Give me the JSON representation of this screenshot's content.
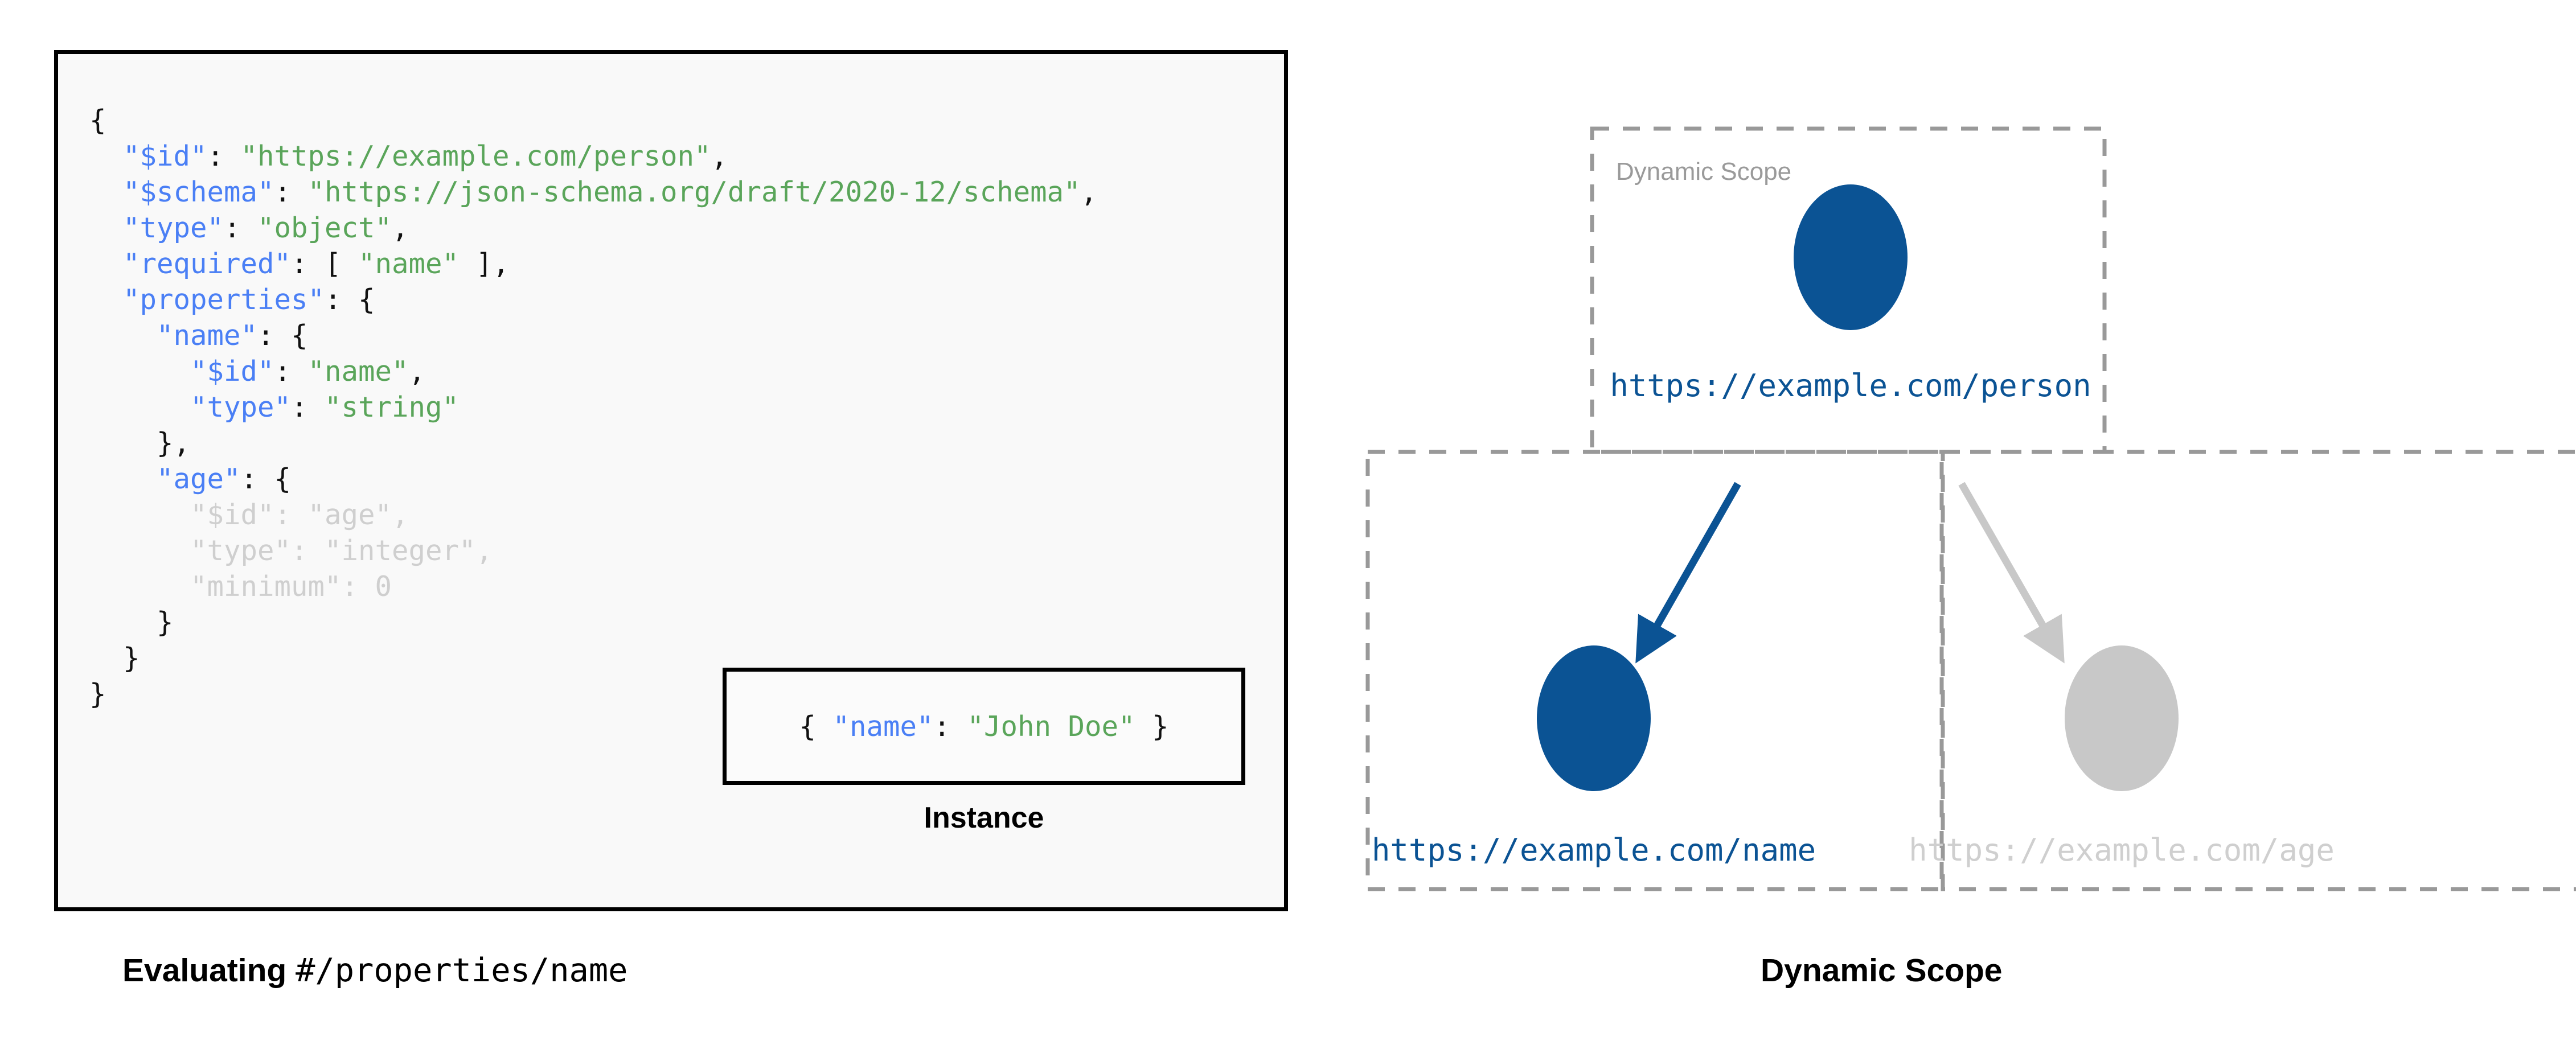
{
  "left_panel": {
    "schema_code_lines": [
      {
        "indent": 0,
        "tokens": [
          {
            "t": "{",
            "c": "p"
          }
        ]
      },
      {
        "indent": 1,
        "tokens": [
          {
            "t": "\"$id\"",
            "c": "k"
          },
          {
            "t": ": ",
            "c": "p"
          },
          {
            "t": "\"https://example.com/person\"",
            "c": "s"
          },
          {
            "t": ",",
            "c": "p"
          }
        ]
      },
      {
        "indent": 1,
        "tokens": [
          {
            "t": "\"$schema\"",
            "c": "k"
          },
          {
            "t": ": ",
            "c": "p"
          },
          {
            "t": "\"https://json-schema.org/draft/2020-12/schema\"",
            "c": "s"
          },
          {
            "t": ",",
            "c": "p"
          }
        ]
      },
      {
        "indent": 1,
        "tokens": [
          {
            "t": "\"type\"",
            "c": "k"
          },
          {
            "t": ": ",
            "c": "p"
          },
          {
            "t": "\"object\"",
            "c": "s"
          },
          {
            "t": ",",
            "c": "p"
          }
        ]
      },
      {
        "indent": 1,
        "tokens": [
          {
            "t": "\"required\"",
            "c": "k"
          },
          {
            "t": ": [ ",
            "c": "p"
          },
          {
            "t": "\"name\"",
            "c": "s"
          },
          {
            "t": " ],",
            "c": "p"
          }
        ]
      },
      {
        "indent": 1,
        "tokens": [
          {
            "t": "\"properties\"",
            "c": "k"
          },
          {
            "t": ": {",
            "c": "p"
          }
        ]
      },
      {
        "indent": 2,
        "tokens": [
          {
            "t": "\"name\"",
            "c": "k"
          },
          {
            "t": ": {",
            "c": "p"
          }
        ]
      },
      {
        "indent": 3,
        "tokens": [
          {
            "t": "\"$id\"",
            "c": "k"
          },
          {
            "t": ": ",
            "c": "p"
          },
          {
            "t": "\"name\"",
            "c": "s"
          },
          {
            "t": ",",
            "c": "p"
          }
        ]
      },
      {
        "indent": 3,
        "tokens": [
          {
            "t": "\"type\"",
            "c": "k"
          },
          {
            "t": ": ",
            "c": "p"
          },
          {
            "t": "\"string\"",
            "c": "s"
          }
        ]
      },
      {
        "indent": 2,
        "tokens": [
          {
            "t": "},",
            "c": "p"
          }
        ]
      },
      {
        "indent": 2,
        "tokens": [
          {
            "t": "\"age\"",
            "c": "k"
          },
          {
            "t": ": {",
            "c": "p"
          }
        ]
      },
      {
        "indent": 3,
        "tokens": [
          {
            "t": "\"$id\"",
            "c": "dim-k"
          },
          {
            "t": ": ",
            "c": "dim"
          },
          {
            "t": "\"age\"",
            "c": "dim-s"
          },
          {
            "t": ",",
            "c": "dim"
          }
        ]
      },
      {
        "indent": 3,
        "tokens": [
          {
            "t": "\"type\"",
            "c": "dim-k"
          },
          {
            "t": ": ",
            "c": "dim"
          },
          {
            "t": "\"integer\"",
            "c": "dim-s"
          },
          {
            "t": ",",
            "c": "dim"
          }
        ]
      },
      {
        "indent": 3,
        "tokens": [
          {
            "t": "\"minimum\"",
            "c": "dim-k"
          },
          {
            "t": ": ",
            "c": "dim"
          },
          {
            "t": "0",
            "c": "dim-s"
          }
        ]
      },
      {
        "indent": 2,
        "tokens": [
          {
            "t": "}",
            "c": "p"
          }
        ]
      },
      {
        "indent": 1,
        "tokens": [
          {
            "t": "}",
            "c": "p"
          }
        ]
      },
      {
        "indent": 0,
        "tokens": [
          {
            "t": "}",
            "c": "p"
          }
        ]
      }
    ],
    "instance": {
      "code_tokens": [
        {
          "t": "{ ",
          "c": "p"
        },
        {
          "t": "\"name\"",
          "c": "k"
        },
        {
          "t": ": ",
          "c": "p"
        },
        {
          "t": "\"John Doe\"",
          "c": "s"
        },
        {
          "t": " }",
          "c": "p"
        }
      ],
      "label": "Instance"
    },
    "caption": {
      "bold_part": "Evaluating ",
      "mono_part": "#/properties/name"
    }
  },
  "right_panel": {
    "caption": "Dynamic Scope",
    "scope_box_label": "Dynamic Scope",
    "nodes": [
      {
        "id": "person",
        "url": "https://example.com/person",
        "state": "active"
      },
      {
        "id": "name",
        "url": "https://example.com/name",
        "state": "active"
      },
      {
        "id": "age",
        "url": "https://example.com/age",
        "state": "inactive"
      }
    ],
    "edges": [
      {
        "from": "person",
        "to": "name",
        "state": "active"
      },
      {
        "from": "person",
        "to": "age",
        "state": "inactive"
      }
    ]
  },
  "colors": {
    "key_blue": "#4a7ff5",
    "string_green": "#5aa55a",
    "node_active": "#0b5394",
    "node_inactive": "#c8c8c8",
    "dimmed_text": "#cfcfcf",
    "dashed_border": "#999999",
    "panel_border": "#000000",
    "panel_background": "#f9f9f9"
  }
}
